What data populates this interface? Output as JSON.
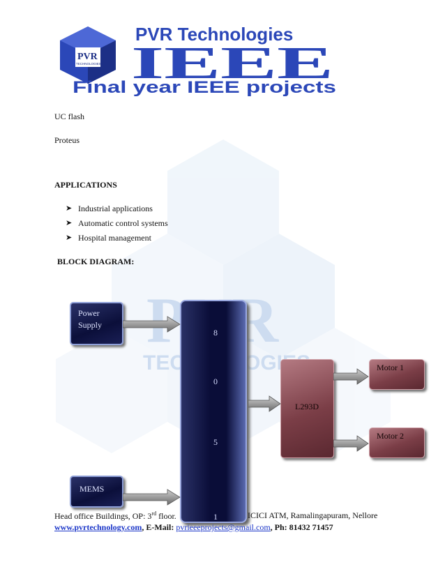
{
  "header": {
    "brand": "PVR Technologies",
    "big": "IEEE",
    "tagline": "Final year IEEE projects",
    "badge_top": "PVR",
    "badge_bottom": "TECHNOLOGIES"
  },
  "watermark": {
    "line1": "PVR",
    "line2": "TECHNOLOGIES"
  },
  "software": [
    "UC flash",
    "Proteus"
  ],
  "applications": {
    "heading": "APPLICATIONS",
    "items": [
      "Industrial applications",
      "Automatic control systems",
      "Hospital management"
    ]
  },
  "block_diagram": {
    "heading": "BLOCK DIAGRAM:",
    "power": [
      "Power",
      "Supply"
    ],
    "mcu_digits": [
      "8",
      "0",
      "5",
      "1"
    ],
    "driver": "L293D",
    "motor1": "Motor 1",
    "motor2": "Motor 2",
    "sensor": "MEMS"
  },
  "footer": {
    "line1_a": "Head office  Buildings,  OP: 3",
    "line1_sup": "rd",
    "line1_b": " floor.",
    "line1_c": "ICICI ATM,  Ramalingapuram,  Nellore",
    "website": "www.pvrtechnology.com",
    "email_label": ",  E-Mail: ",
    "email": "pvrieeeprojects@gmail.com",
    "phone": ",  Ph:  81432 71457"
  },
  "colors": {
    "brand_blue": "#1f3fb0",
    "dark_block": "#0b0f3a",
    "red_block": "#7b3e47"
  }
}
